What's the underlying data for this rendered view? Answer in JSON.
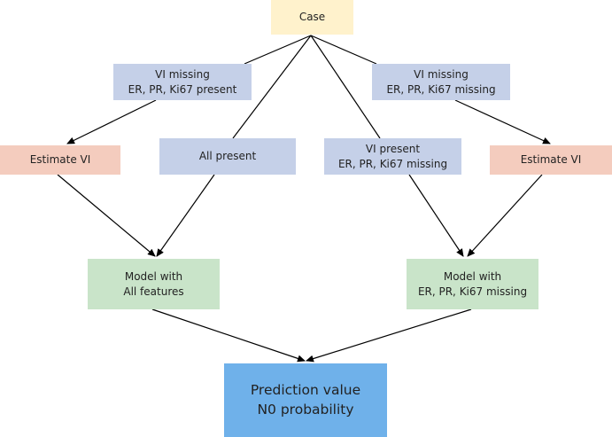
{
  "colors": {
    "case": "#fff2cc",
    "branch": "#c5d0e8",
    "estimate": "#f4ccbe",
    "model": "#c9e4c9",
    "output": "#6fb1ea",
    "edge": "#000000"
  },
  "nodes": {
    "case": {
      "lines": [
        "Case"
      ]
    },
    "vi_missing_left": {
      "lines": [
        "VI missing",
        "ER, PR, Ki67 present"
      ]
    },
    "vi_missing_right": {
      "lines": [
        "VI missing",
        "ER, PR, Ki67 missing"
      ]
    },
    "estimate_vi_left": {
      "lines": [
        "Estimate VI"
      ]
    },
    "all_present": {
      "lines": [
        "All present"
      ]
    },
    "vi_present": {
      "lines": [
        "VI present",
        "ER, PR, Ki67 missing"
      ]
    },
    "estimate_vi_right": {
      "lines": [
        "Estimate VI"
      ]
    },
    "model_all": {
      "lines": [
        "Model with",
        "All features"
      ]
    },
    "model_missing": {
      "lines": [
        "Model with",
        "ER, PR, Ki67 missing"
      ]
    },
    "prediction": {
      "lines": [
        "Prediction value",
        "N0 probability"
      ]
    }
  }
}
